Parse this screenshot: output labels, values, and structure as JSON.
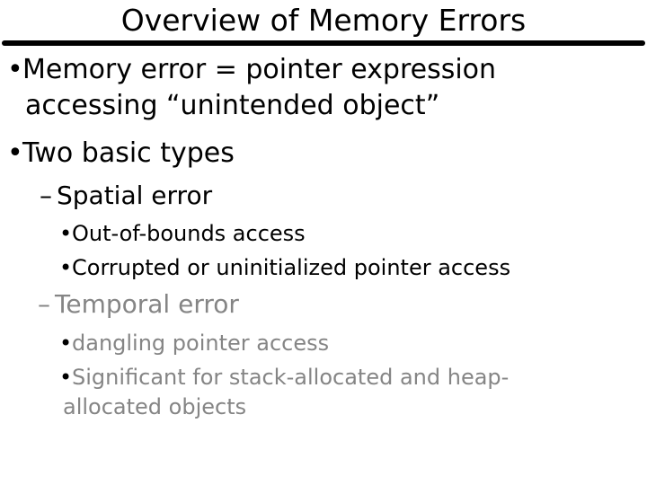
{
  "slide": {
    "title": "Overview of Memory Errors",
    "markers": {
      "bullet": "•",
      "dash": "–"
    },
    "colors": {
      "text": "#000000",
      "muted_text": "#858585",
      "rule": "#000000",
      "background": "#ffffff"
    },
    "bullets": {
      "b1_line1": "Memory error = pointer expression",
      "b1_line2": "accessing “unintended object”",
      "b2": "Two basic types",
      "spatial": "Spatial error",
      "spatial_sub1": "Out-of-bounds access",
      "spatial_sub2": "Corrupted or uninitialized pointer access",
      "temporal": "Temporal error",
      "temporal_sub1": "dangling pointer access",
      "temporal_sub2_line1": "Significant for stack-allocated and heap-",
      "temporal_sub2_line2": "allocated objects"
    }
  }
}
